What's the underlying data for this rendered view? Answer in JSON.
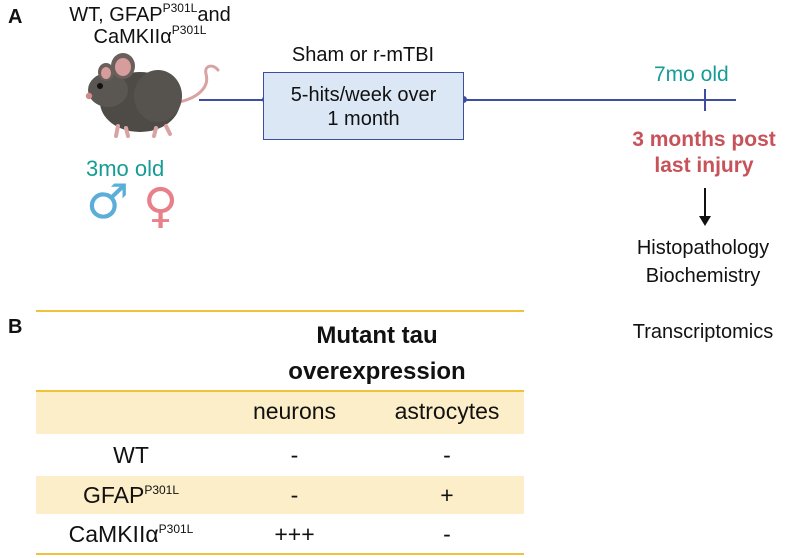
{
  "panelA": {
    "label": "A",
    "mouse_line1": "WT, GFAP",
    "mouse_line1_sup": "P301L",
    "mouse_line1_tail": "and",
    "mouse_line2": "CaMKIIα",
    "mouse_line2_sup": "P301L",
    "age_start": "3mo old",
    "sex_male_icon": "♂",
    "sex_female_icon": "♀",
    "injury_title": "Sham or r-mTBI",
    "injury_box_line1": "5-hits/week over",
    "injury_box_line2": "1 month",
    "age_end": "7mo old",
    "post_line1": "3 months post",
    "post_line2": "last injury",
    "assays": [
      "Histopathology",
      "Biochemistry",
      "Transcriptomics"
    ]
  },
  "panelB": {
    "label": "B",
    "header_line1": "Mutant tau",
    "header_line2": "overexpression",
    "columns": [
      "neurons",
      "astrocytes"
    ],
    "rows": [
      {
        "name": "WT",
        "sup": "",
        "neurons": "-",
        "astrocytes": "-"
      },
      {
        "name": "GFAP",
        "sup": "P301L",
        "neurons": "-",
        "astrocytes": "+"
      },
      {
        "name": "CaMKIIα",
        "sup": "P301L",
        "neurons": "+++",
        "astrocytes": "-"
      }
    ]
  },
  "colors": {
    "timeline": "#3d4ea1",
    "box_fill": "#dbe7f5",
    "teal": "#169c94",
    "red": "#c8525a",
    "male": "#5aaed8",
    "female": "#e8808a",
    "table_line": "#f0c13a",
    "table_band": "#fbeec8"
  }
}
